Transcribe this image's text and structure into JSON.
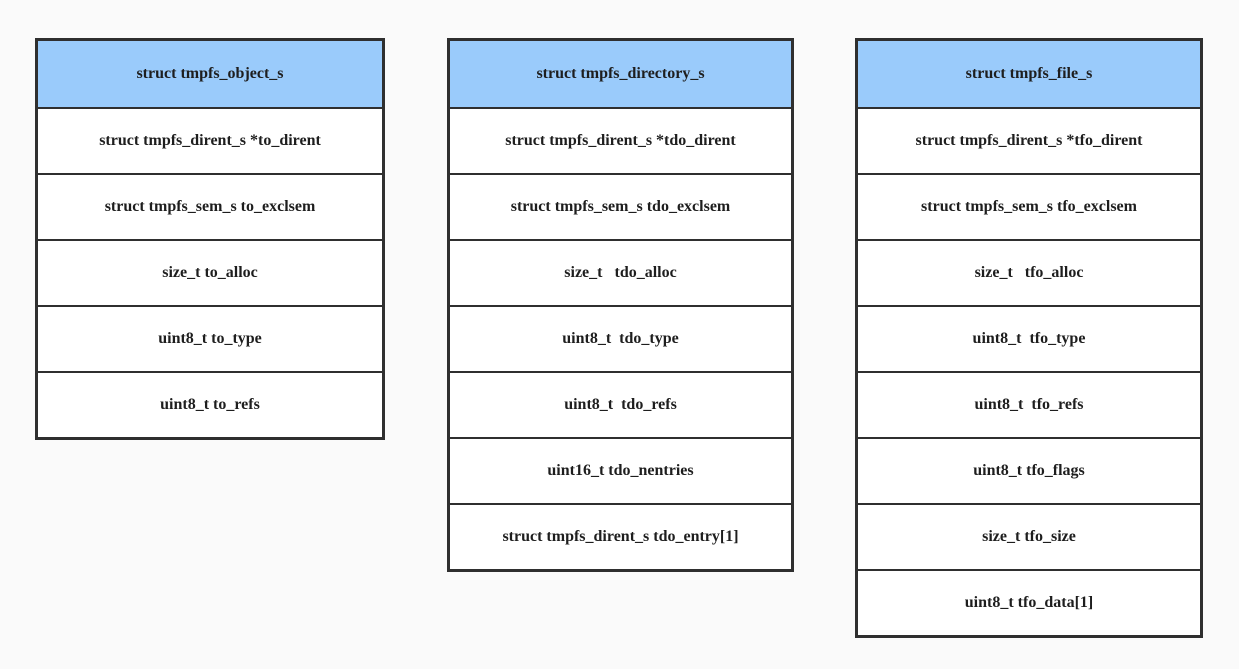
{
  "diagram": {
    "type": "struct-layout-diagram",
    "background_color": "#fafafa",
    "header_color": "#9acbfb",
    "border_color": "#2f2f2f",
    "tables": [
      {
        "id": "tmpfs-object-s",
        "header": "struct tmpfs_object_s",
        "fields": [
          "struct tmpfs_dirent_s *to_dirent",
          "struct tmpfs_sem_s to_exclsem",
          "size_t to_alloc",
          "uint8_t to_type",
          "uint8_t to_refs"
        ]
      },
      {
        "id": "tmpfs-directory-s",
        "header": "struct tmpfs_directory_s",
        "fields": [
          "struct tmpfs_dirent_s *tdo_dirent",
          "struct tmpfs_sem_s tdo_exclsem",
          "size_t   tdo_alloc",
          "uint8_t  tdo_type",
          "uint8_t  tdo_refs",
          "uint16_t tdo_nentries",
          "struct tmpfs_dirent_s tdo_entry[1]"
        ]
      },
      {
        "id": "tmpfs-file-s",
        "header": "struct tmpfs_file_s",
        "fields": [
          "struct tmpfs_dirent_s *tfo_dirent",
          "struct tmpfs_sem_s tfo_exclsem",
          "size_t   tfo_alloc",
          "uint8_t  tfo_type",
          "uint8_t  tfo_refs",
          "uint8_t tfo_flags",
          "size_t tfo_size",
          "uint8_t tfo_data[1]"
        ]
      }
    ]
  }
}
